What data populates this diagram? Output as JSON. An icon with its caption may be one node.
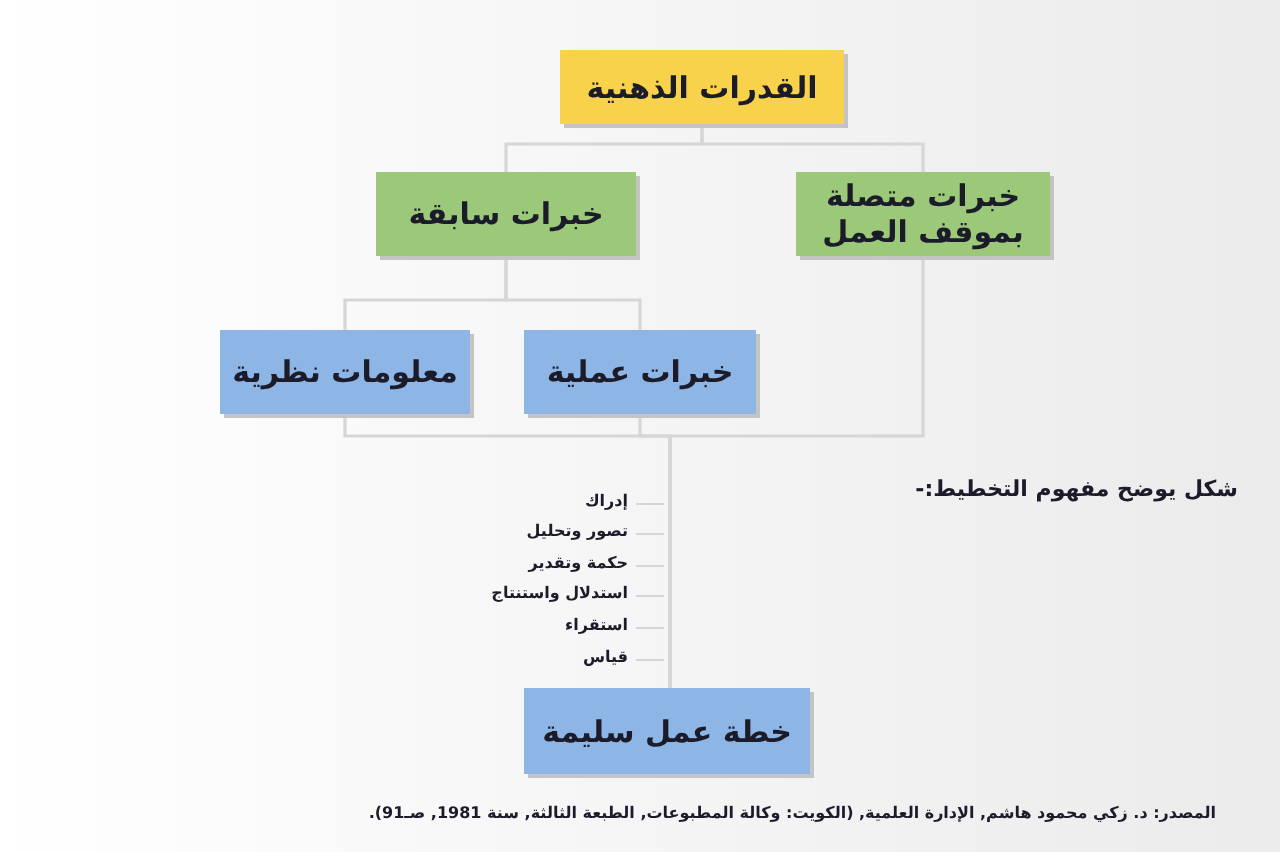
{
  "diagram": {
    "nodes": [
      {
        "text": [
          "القدرات الذهنية"
        ]
      },
      {
        "text": [
          "خبرات متصلة بموقف العمل"
        ]
      },
      {
        "text": [
          "خبرات سابقة"
        ]
      },
      {
        "text": [
          "خبرات عملية"
        ]
      },
      {
        "text": [
          "معلومات نظرية"
        ]
      },
      {
        "text": [
          "خطة عمل سليمة"
        ]
      }
    ],
    "edges": [
      {
        "from": 0,
        "to": 1,
        "arrow": "none"
      },
      {
        "from": 0,
        "to": 2,
        "arrow": "none"
      },
      {
        "from": 2,
        "to": 3,
        "arrow": "none"
      },
      {
        "from": 2,
        "to": 4,
        "arrow": "none"
      },
      {
        "from": 4,
        "to": 5,
        "arrow": "none"
      },
      {
        "from": 3,
        "to": 5,
        "arrow": "none"
      },
      {
        "from": 1,
        "to": 5,
        "arrow": "none"
      }
    ],
    "labels": [
      "شكل يوضح مفهوم التخطيط:-",
      "إدراك",
      "تصور وتحليل",
      "حكمة وتقدير",
      "استدلال واستنتاج",
      "استقراء",
      "قياس",
      "المصدر: د. زكي محمود هاشم, الإدارة العلمية, (الكويت: وكالة المطبوعات, الطبعة الثالثة, سنة 1981, صـ91)."
    ]
  }
}
